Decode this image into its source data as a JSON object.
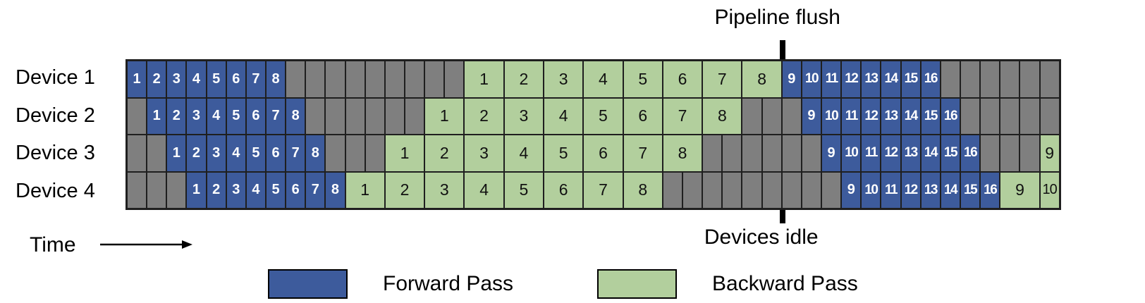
{
  "labels": {
    "pipeline_flush": "Pipeline flush",
    "devices_idle": "Devices idle",
    "time": "Time"
  },
  "legend": {
    "forward": "Forward Pass",
    "backward": "Backward Pass"
  },
  "colors": {
    "forward": "#3d5b9c",
    "backward": "#b2cf9d",
    "idle": "#7f7f7f",
    "line": "#1f1f1f",
    "flush_line": "#000000"
  },
  "grid": {
    "total_units": 47,
    "flush_at_unit": 33,
    "rows": [
      {
        "device": "Device 1",
        "segments": [
          {
            "kind": "forward",
            "labels": [
              "1",
              "2",
              "3",
              "4",
              "5",
              "6",
              "7",
              "8"
            ],
            "units_each": 1
          },
          {
            "kind": "idle",
            "count": 9
          },
          {
            "kind": "backward",
            "labels": [
              "1",
              "2",
              "3",
              "4",
              "5",
              "6",
              "7",
              "8"
            ],
            "units_each": 2
          },
          {
            "kind": "forward",
            "labels": [
              "9",
              "10",
              "11",
              "12",
              "13",
              "14",
              "15",
              "16"
            ],
            "units_each": 1
          },
          {
            "kind": "idle",
            "count": 6
          }
        ]
      },
      {
        "device": "Device 2",
        "segments": [
          {
            "kind": "idle",
            "count": 1
          },
          {
            "kind": "forward",
            "labels": [
              "1",
              "2",
              "3",
              "4",
              "5",
              "6",
              "7",
              "8"
            ],
            "units_each": 1
          },
          {
            "kind": "idle",
            "count": 6
          },
          {
            "kind": "backward",
            "labels": [
              "1",
              "2",
              "3",
              "4",
              "5",
              "6",
              "7",
              "8"
            ],
            "units_each": 2
          },
          {
            "kind": "idle",
            "count": 3
          },
          {
            "kind": "forward",
            "labels": [
              "9",
              "10",
              "11",
              "12",
              "13",
              "14",
              "15",
              "16"
            ],
            "units_each": 1
          },
          {
            "kind": "idle",
            "count": 5
          }
        ]
      },
      {
        "device": "Device 3",
        "segments": [
          {
            "kind": "idle",
            "count": 2
          },
          {
            "kind": "forward",
            "labels": [
              "1",
              "2",
              "3",
              "4",
              "5",
              "6",
              "7",
              "8"
            ],
            "units_each": 1
          },
          {
            "kind": "idle",
            "count": 3
          },
          {
            "kind": "backward",
            "labels": [
              "1",
              "2",
              "3",
              "4",
              "5",
              "6",
              "7",
              "8"
            ],
            "units_each": 2
          },
          {
            "kind": "idle",
            "count": 6
          },
          {
            "kind": "forward",
            "labels": [
              "9",
              "10",
              "11",
              "12",
              "13",
              "14",
              "15",
              "16"
            ],
            "units_each": 1
          },
          {
            "kind": "idle",
            "count": 3
          },
          {
            "kind": "backward",
            "labels": [
              "9"
            ],
            "units_each": 1
          }
        ]
      },
      {
        "device": "Device 4",
        "segments": [
          {
            "kind": "idle",
            "count": 3
          },
          {
            "kind": "forward",
            "labels": [
              "1",
              "2",
              "3",
              "4",
              "5",
              "6",
              "7",
              "8"
            ],
            "units_each": 1
          },
          {
            "kind": "backward",
            "labels": [
              "1",
              "2",
              "3",
              "4",
              "5",
              "6",
              "7",
              "8"
            ],
            "units_each": 2
          },
          {
            "kind": "idle",
            "count": 9
          },
          {
            "kind": "forward",
            "labels": [
              "9",
              "10",
              "11",
              "12",
              "13",
              "14",
              "15",
              "16"
            ],
            "units_each": 1
          },
          {
            "kind": "backward",
            "labels": [
              "9"
            ],
            "units_each": 2
          },
          {
            "kind": "backward",
            "labels": [
              "10"
            ],
            "units_each": 1
          }
        ]
      }
    ]
  }
}
